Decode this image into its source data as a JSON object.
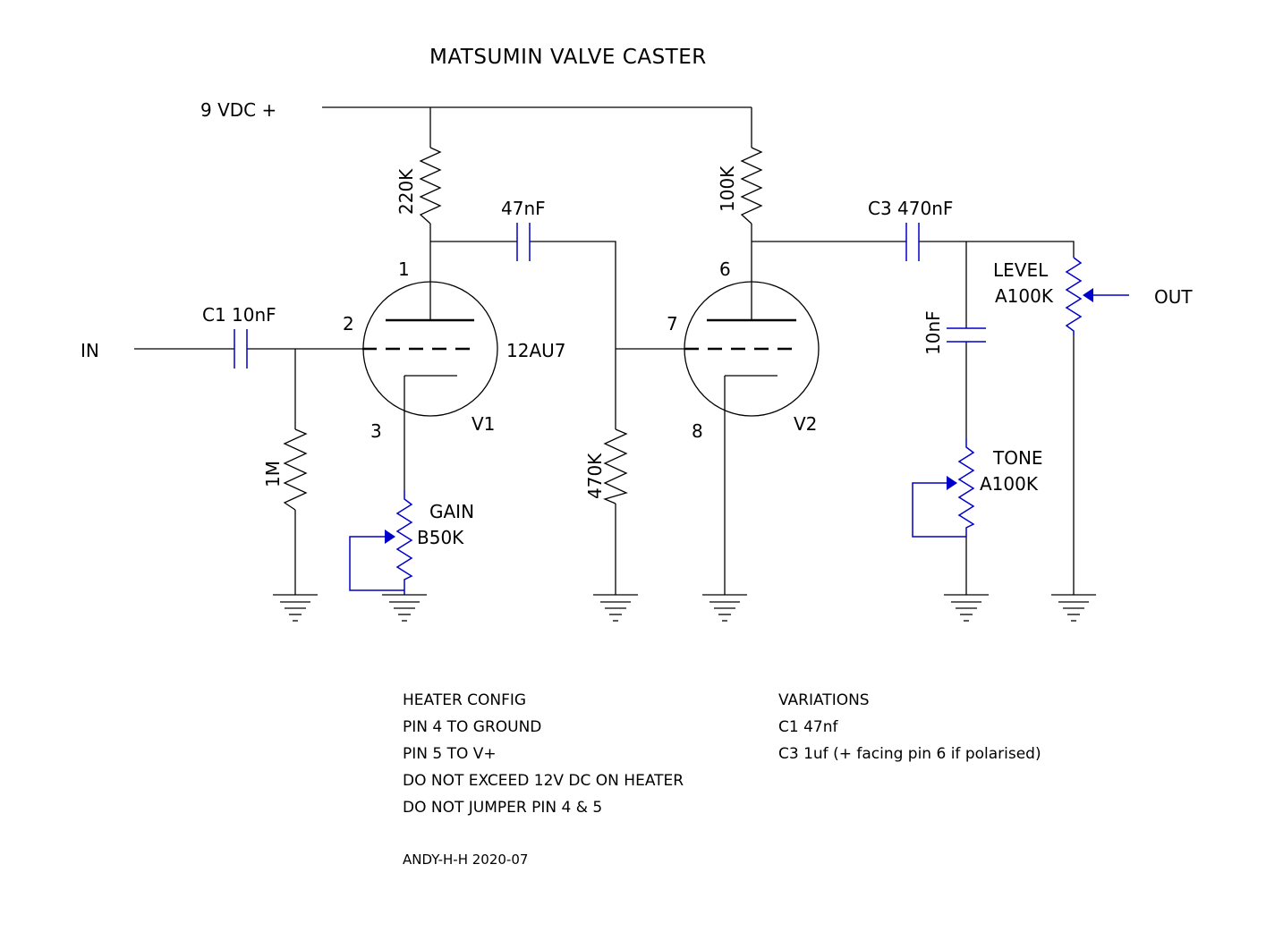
{
  "title": "MATSUMIN VALVE CASTER",
  "supply_label": "9 VDC +",
  "input_label": "IN",
  "output_label": "OUT",
  "tube": {
    "type": "12AU7",
    "v1_label": "V1",
    "v2_label": "V2",
    "v1_pins": {
      "plate": "1",
      "grid": "2",
      "cathode": "3"
    },
    "v2_pins": {
      "plate": "6",
      "grid": "7",
      "cathode": "8"
    }
  },
  "components": {
    "c1": "C1 10nF",
    "r_grid1": "1M",
    "r_plate1": "220K",
    "c_coupling": "47nF",
    "r_grid2": "470K",
    "r_plate2": "100K",
    "c3": "C3 470nF",
    "c_tone": "10nF",
    "gain_name": "GAIN",
    "gain_value": "B50K",
    "tone_name": "TONE",
    "tone_value": "A100K",
    "level_name": "LEVEL",
    "level_value": "A100K"
  },
  "heater_notes": {
    "heading": "HEATER CONFIG",
    "lines": [
      "PIN 4 TO GROUND",
      "PIN 5 TO V+",
      "DO NOT EXCEED 12V DC ON HEATER",
      "DO NOT JUMPER PIN 4 & 5"
    ]
  },
  "variations": {
    "heading": "VARIATIONS",
    "lines": [
      "C1 47nf",
      "C3 1uf (+ facing pin 6 if polarised)"
    ]
  },
  "author": "ANDY-H-H 2020-07",
  "colors": {
    "wire": "#000000",
    "component": "#0000cc",
    "background": "#ffffff"
  }
}
